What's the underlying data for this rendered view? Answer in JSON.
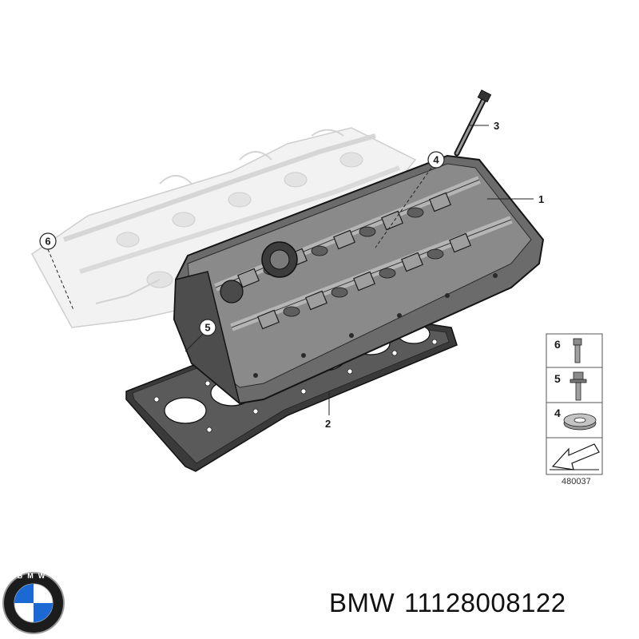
{
  "callouts": {
    "c1": "1",
    "c2": "2",
    "c3": "3",
    "c4": "4",
    "c5": "5",
    "c6": "6"
  },
  "legend": {
    "items": [
      {
        "number": "6",
        "icon": "bolt-icon"
      },
      {
        "number": "5",
        "icon": "flange-bolt-icon"
      },
      {
        "number": "4",
        "icon": "washer-icon"
      }
    ],
    "arrow_icon": "direction-arrow-icon",
    "reference_number": "480037"
  },
  "logo": {
    "text": "BMW",
    "colors": {
      "ring": "#1c1c1c",
      "blue": "#1c69d4",
      "white": "#ffffff"
    }
  },
  "caption": {
    "brand": "BMW",
    "part_number": "11128008122"
  }
}
